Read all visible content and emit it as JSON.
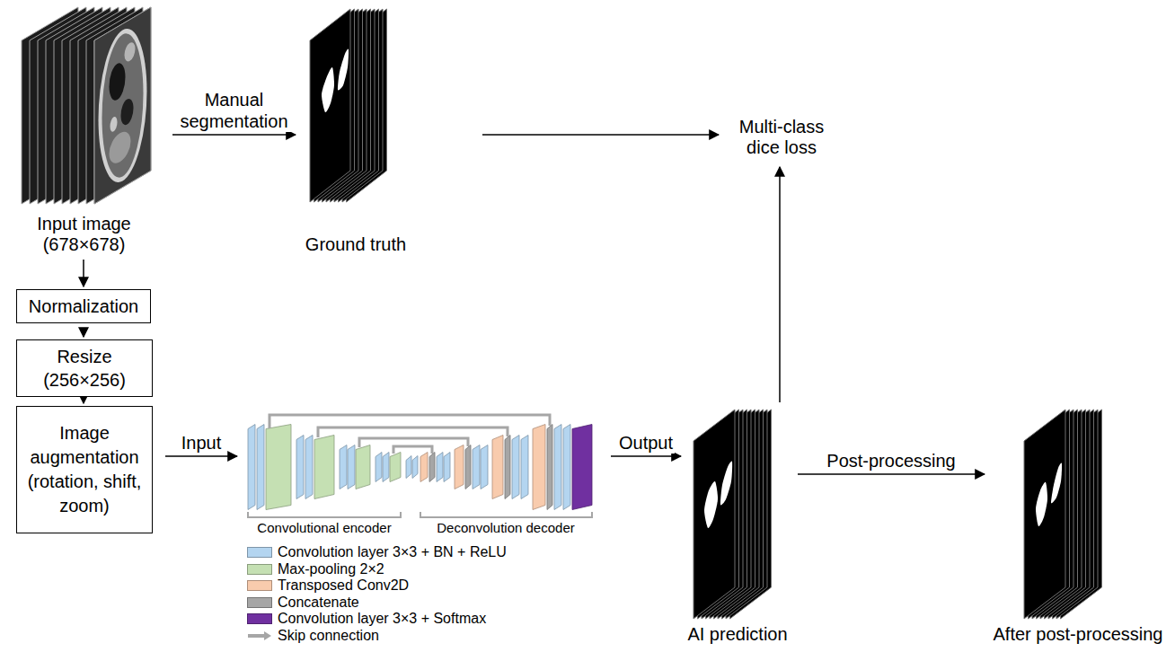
{
  "diagram": {
    "nodes": [
      {
        "text": [
          "Input image (678×678)"
        ]
      },
      {
        "text": [
          "Ground truth"
        ]
      },
      {
        "text": [
          "Multi-class dice loss"
        ]
      },
      {
        "text": [
          "Normalization"
        ]
      },
      {
        "text": [
          "Resize (256×256)"
        ]
      },
      {
        "text": [
          "Image augmentation (rotation, shift, zoom)"
        ]
      },
      {
        "text": [
          "Convolutional encoder",
          "Deconvolution decoder"
        ]
      },
      {
        "text": [
          "AI prediction"
        ]
      },
      {
        "text": [
          "After post-processing"
        ]
      }
    ],
    "edges": [
      {
        "from": 0,
        "to": 1,
        "arrow": "to",
        "label": "Manual segmentation"
      },
      {
        "from": 0,
        "to": 3,
        "arrow": "to"
      },
      {
        "from": 3,
        "to": 4,
        "arrow": "to"
      },
      {
        "from": 4,
        "to": 5,
        "arrow": "to"
      },
      {
        "from": 5,
        "to": 6,
        "arrow": "to",
        "label": "Input"
      },
      {
        "from": 6,
        "to": 7,
        "arrow": "to",
        "label": "Output"
      },
      {
        "from": 1,
        "to": 2,
        "arrow": "to"
      },
      {
        "from": 7,
        "to": 2,
        "arrow": "to"
      },
      {
        "from": 7,
        "to": 8,
        "arrow": "to",
        "label": "Post-processing"
      }
    ],
    "legend": [
      {
        "text": "Convolution layer 3×3 + BN + ReLU",
        "color": "#b4d5f0"
      },
      {
        "text": "Max-pooling 2×2",
        "color": "#c5e0b3"
      },
      {
        "text": "Transposed Conv2D",
        "color": "#f8cbad"
      },
      {
        "text": "Concatenate",
        "color": "#a6a6a6"
      },
      {
        "text": "Convolution layer 3×3 + Softmax",
        "color": "#7030a0"
      },
      {
        "text": "Skip connection"
      }
    ]
  }
}
